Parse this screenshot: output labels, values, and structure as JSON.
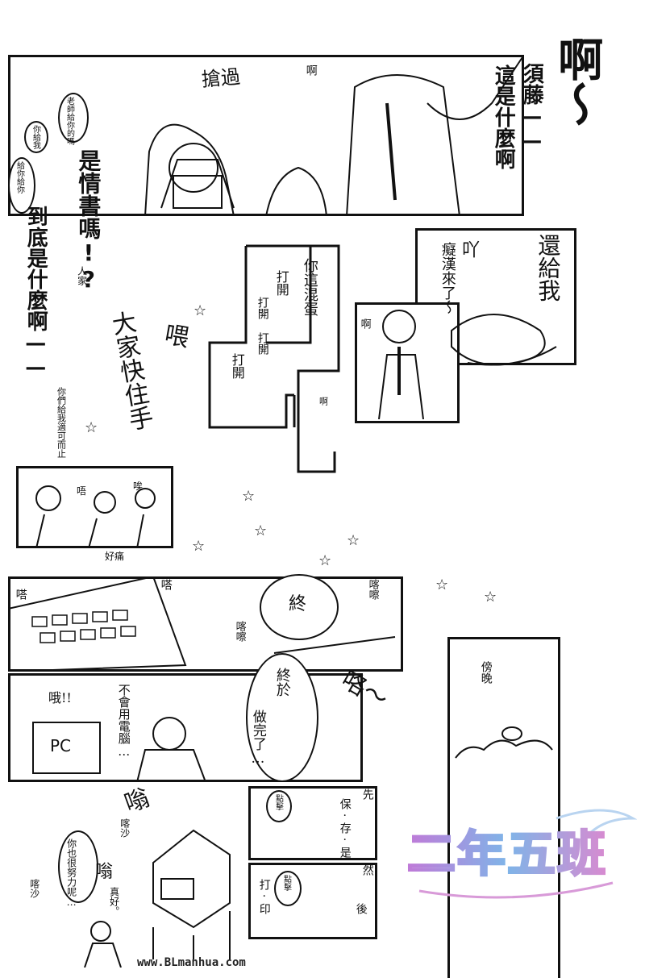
{
  "top": {
    "sfx_a": "啊〜",
    "line_sudo": "須藤——",
    "line_what": "這是什麼啊",
    "sfx_grab": "搶過",
    "sfx_ah1": "啊",
    "side_small_1": "老師給你的嗎",
    "side_small_2": "你給我",
    "side_small_3": "給你給你",
    "line_love": "是情書嗎!?",
    "line_what2": "到底是什麼啊——",
    "sfx_side": "人家"
  },
  "middle": {
    "line_open": "打開",
    "line_open2": "打開 打開",
    "line_jerk": "你這混蛋",
    "line_open3": "打開",
    "sfx_ah2": "啊",
    "sfx_hey": "喂",
    "line_stop": "大家快住手",
    "side_note": "你們給我適可而止",
    "line_give": "還給我",
    "line_oops": "吖",
    "line_pervert": "癡漢來了〜",
    "sfx_ah3": "啊",
    "sfx_wo": "唔",
    "sfx_hou": "唉",
    "sfx_bo": "好痛"
  },
  "lower": {
    "sfx_left1": "嗒",
    "sfx_left2": "嗒",
    "line_fin1": "終",
    "sfx_cha": "喀嚓",
    "sfx_cha2": "喀嚓",
    "line_fin2": "終於",
    "line_done": "做完了…",
    "sfx_ge": "咯〜",
    "line_evening": "傍晚",
    "sfx_oh": "哦!!",
    "label_pc": "PC",
    "line_cant": "不會用電腦…",
    "sfx_weng": "嗡",
    "sfx_weng2": "嗡",
    "line_try": "你也很努力呢…",
    "line_kimura": "真好。",
    "sfx_rustle": "喀沙",
    "sfx_rustle2": "喀沙",
    "sfx_click1": "點擊",
    "sfx_click2": "點擊",
    "line_first": "先",
    "line_save": "保·存·是",
    "line_then": "然",
    "line_print": "打·印",
    "line_after": "後"
  },
  "watermark": {
    "text": "二年五班"
  },
  "footer": {
    "url": "www.BLmanhua.com"
  }
}
